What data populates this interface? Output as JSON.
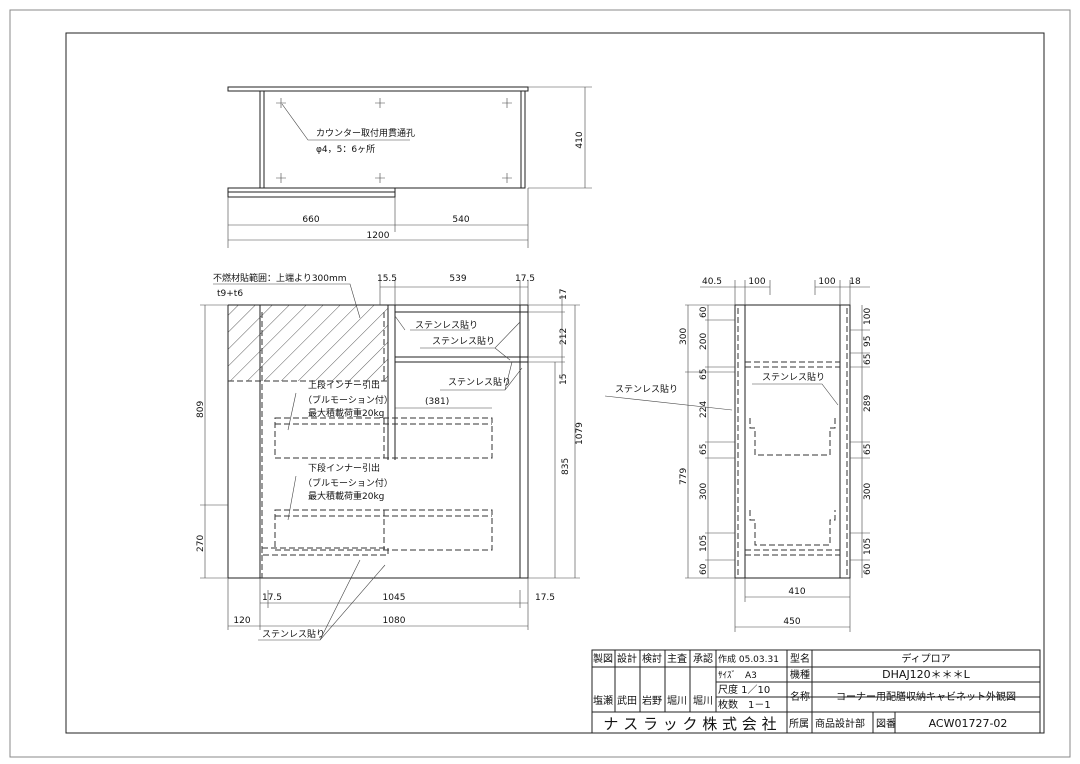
{
  "top_view": {
    "note_line1": "カウンター取付用貫通孔",
    "note_line2": "φ4，5：6ヶ所",
    "dim_depth": "410",
    "dim_left": "660",
    "dim_right": "540",
    "dim_total": "1200"
  },
  "front_view": {
    "note_range": "不燃材貼範囲：上端より300mm",
    "note_thickness": "t9+t6",
    "dim_top": [
      "15.5",
      "539",
      "17.5"
    ],
    "dim_right": [
      "17",
      "212",
      "15",
      "1079",
      "835"
    ],
    "dim_left": [
      "809",
      "270"
    ],
    "dim_bottom": [
      "17.5",
      "1045",
      "17.5",
      "120",
      "1080"
    ],
    "dim_drawer": "(381)",
    "upper_drawer": [
      "上段インナー引出",
      "（ブルモーション付）",
      "最大積載荷重20kg"
    ],
    "lower_drawer": [
      "下段インナー引出",
      "（ブルモーション付）",
      "最大積載荷重20kg"
    ],
    "stainless": "ステンレス貼り"
  },
  "side_view": {
    "dim_top": [
      "40.5",
      "100",
      "100",
      "18"
    ],
    "dim_left_outer": [
      "300",
      "779"
    ],
    "dim_left_inner": [
      "60",
      "200",
      "65",
      "224",
      "65",
      "300",
      "105",
      "60"
    ],
    "dim_right": [
      "100",
      "95",
      "65",
      "289",
      "65",
      "300",
      "105",
      "60"
    ],
    "dim_bottom": [
      "410",
      "450"
    ],
    "stainless": "ステンレス貼り"
  },
  "title_block": {
    "roles": [
      "製図",
      "設計",
      "検討",
      "主査",
      "承認"
    ],
    "names": [
      "塩瀬",
      "武田",
      "岩野",
      "堀川",
      "堀川"
    ],
    "created": "作成 05.03.31",
    "size": "ｻｲｽﾞ　A3",
    "scale": "尺度 1／10",
    "sheets": "枚数　1－1",
    "label_model": "型名",
    "model": "ディプロア",
    "label_type": "機種",
    "type": "DHAJ120＊＊＊L",
    "label_name": "名称",
    "name": "コーナー用配膳収納キャビネット外観図",
    "company": "ナ ス ラ ッ ク 株 式 会 社",
    "label_dept": "所属",
    "dept": "商品設計部",
    "label_drawing_no": "図番",
    "drawing_no": "ACW01727-02"
  }
}
